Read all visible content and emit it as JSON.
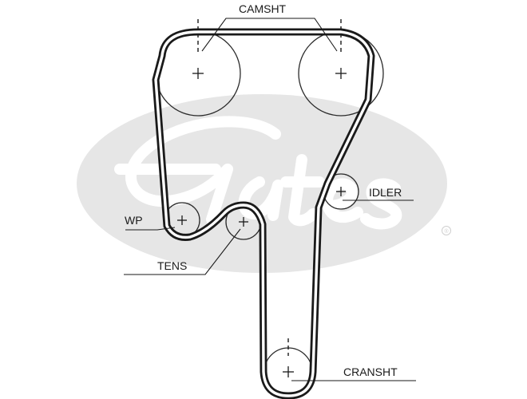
{
  "labels": {
    "camshaft": "CAMSHT",
    "idler": "IDLER",
    "water_pump": "WP",
    "tensioner": "TENS",
    "crankshaft": "CRANSHT"
  },
  "watermark": {
    "brand": "Gates",
    "registered_mark": "®",
    "color": "#e6e6e6"
  },
  "colors": {
    "belt": "#1a1a1a",
    "pulley_outline": "#2b2b2b",
    "label_text": "#1a1a1a",
    "background": "#ffffff"
  }
}
